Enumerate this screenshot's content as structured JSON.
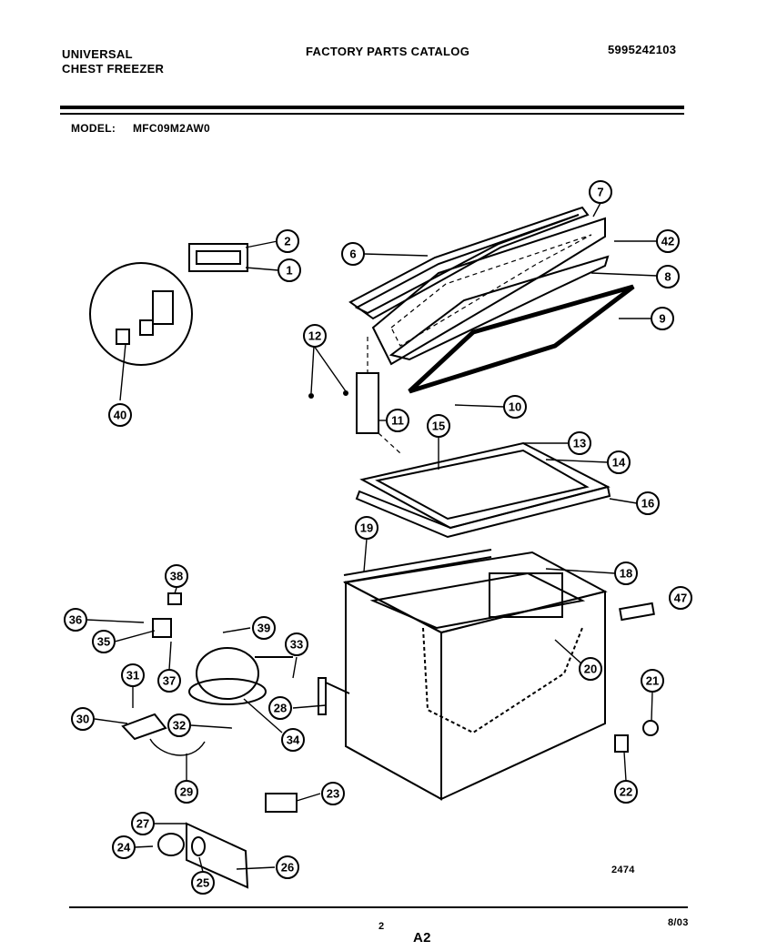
{
  "header": {
    "brand_line1": "UNIVERSAL",
    "brand_line2": "CHEST FREEZER",
    "catalog_title": "FACTORY PARTS CATALOG",
    "catalog_number": "5995242103",
    "model_label": "MODEL:",
    "model_value": "MFC09M2AW0"
  },
  "diagram": {
    "drawing_number": "2474",
    "callouts": [
      "1",
      "2",
      "6",
      "7",
      "8",
      "9",
      "10",
      "11",
      "12",
      "13",
      "14",
      "15",
      "16",
      "18",
      "19",
      "20",
      "21",
      "22",
      "23",
      "24",
      "25",
      "26",
      "27",
      "28",
      "29",
      "30",
      "31",
      "32",
      "33",
      "34",
      "35",
      "36",
      "37",
      "38",
      "39",
      "40",
      "42",
      "47"
    ]
  },
  "footer": {
    "page_number": "2",
    "section": "A2",
    "date": "8/03"
  }
}
